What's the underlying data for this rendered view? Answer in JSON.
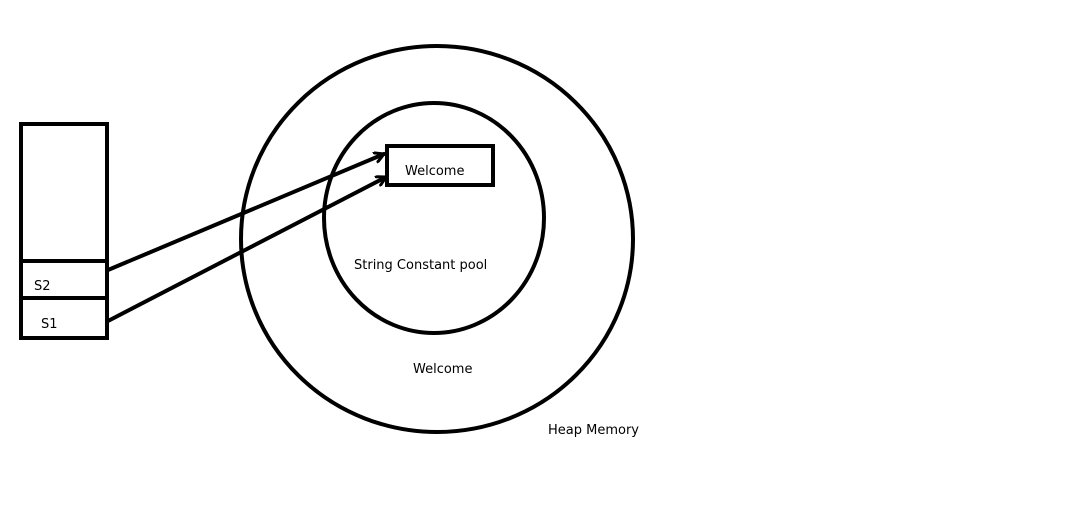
{
  "stack": {
    "slots": [
      {
        "label": "S2"
      },
      {
        "label": "S1"
      }
    ]
  },
  "string_constant_pool": {
    "label": "String Constant pool",
    "literal": "Welcome"
  },
  "heap": {
    "label": "Heap Memory",
    "object": "Welcome"
  },
  "colors": {
    "stroke": "#000000",
    "background": "#ffffff"
  }
}
